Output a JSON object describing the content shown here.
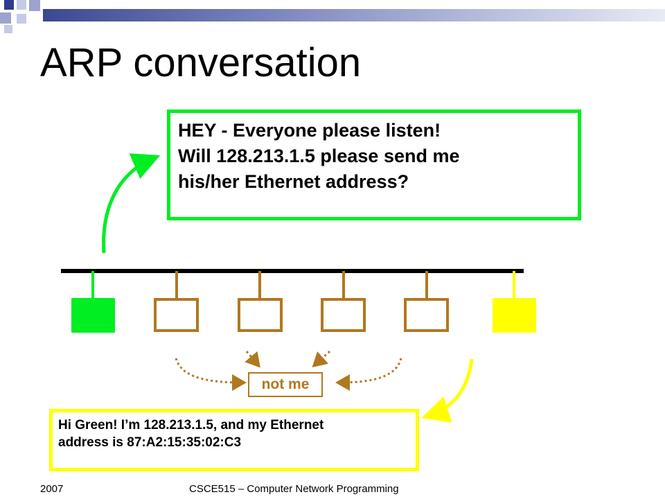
{
  "slide": {
    "title": "ARP conversation",
    "broadcast_message": "HEY - Everyone please listen!\nWill 128.213.1.5 please send me\nhis/her Ethernet address?",
    "reply_message": "Hi Green! I’m 128.213.1.5, and my Ethernet\naddress is 87:A2:15:35:02:C3",
    "not_me_label": "not me",
    "footer_left": "2007",
    "footer_center": "CSCE515 – Computer Network Programming"
  },
  "colors": {
    "sender": "#00ee22",
    "target": "#ffff00",
    "other_hosts": "#b07820",
    "bus": "#000000",
    "deco_navy": "#2f3c8e",
    "deco_lavender": "#9aa4cf"
  }
}
